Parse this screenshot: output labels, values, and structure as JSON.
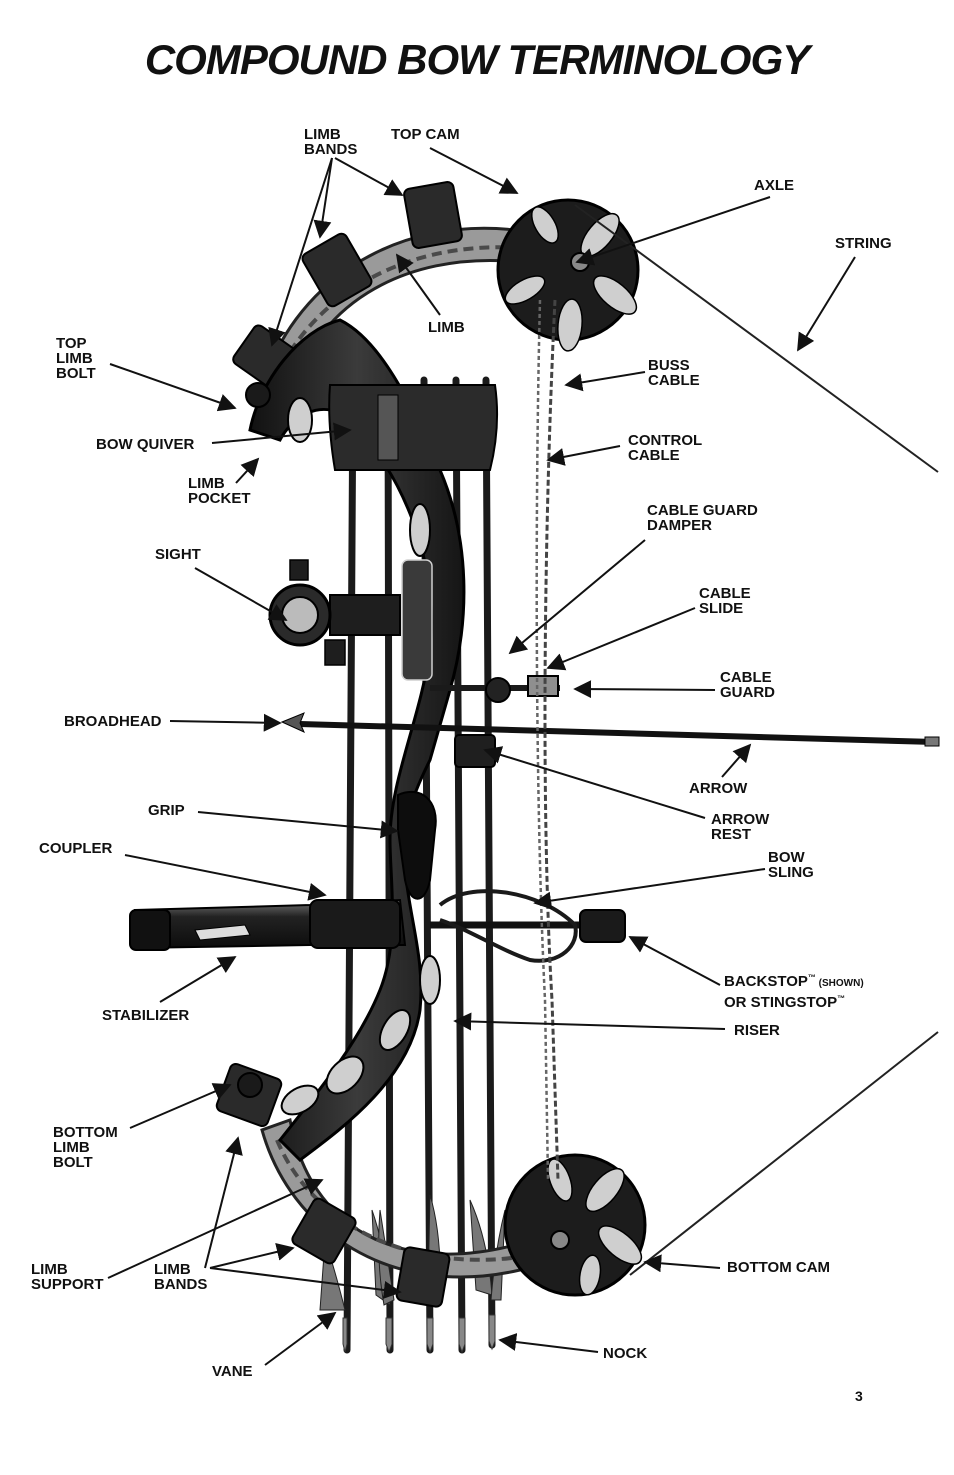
{
  "title": "COMPOUND BOW TERMINOLOGY",
  "page_number": "3",
  "labels": {
    "limb_bands_top": "LIMB\nBANDS",
    "top_cam": "TOP CAM",
    "axle": "AXLE",
    "string": "STRING",
    "limb": "LIMB",
    "top_limb_bolt": "TOP\nLIMB\nBOLT",
    "buss_cable": "BUSS\nCABLE",
    "bow_quiver": "BOW QUIVER",
    "control_cable": "CONTROL\nCABLE",
    "limb_pocket": "LIMB\nPOCKET",
    "cable_guard_damper": "CABLE GUARD\nDAMPER",
    "sight": "SIGHT",
    "cable_slide": "CABLE\nSLIDE",
    "cable_guard": "CABLE\nGUARD",
    "broadhead": "BROADHEAD",
    "arrow": "ARROW",
    "grip": "GRIP",
    "arrow_rest": "ARROW\nREST",
    "coupler": "COUPLER",
    "bow_sling": "BOW\nSLING",
    "backstop_1": "BACKSTOP",
    "backstop_tm": "™",
    "backstop_shown": " (SHOWN)",
    "backstop_2": "OR STINGSTOP",
    "backstop_tm2": "™",
    "stabilizer": "STABILIZER",
    "riser": "RISER",
    "bottom_limb_bolt": "BOTTOM\nLIMB\nBOLT",
    "limb_support": "LIMB\nSUPPORT",
    "limb_bands_bottom": "LIMB\nBANDS",
    "bottom_cam": "BOTTOM CAM",
    "vane": "VANE",
    "nock": "NOCK"
  },
  "colors": {
    "ink": "#111111",
    "bow_dark": "#1c1c1c",
    "bow_mid": "#5a5a5a",
    "bow_light": "#b9b9b9"
  }
}
